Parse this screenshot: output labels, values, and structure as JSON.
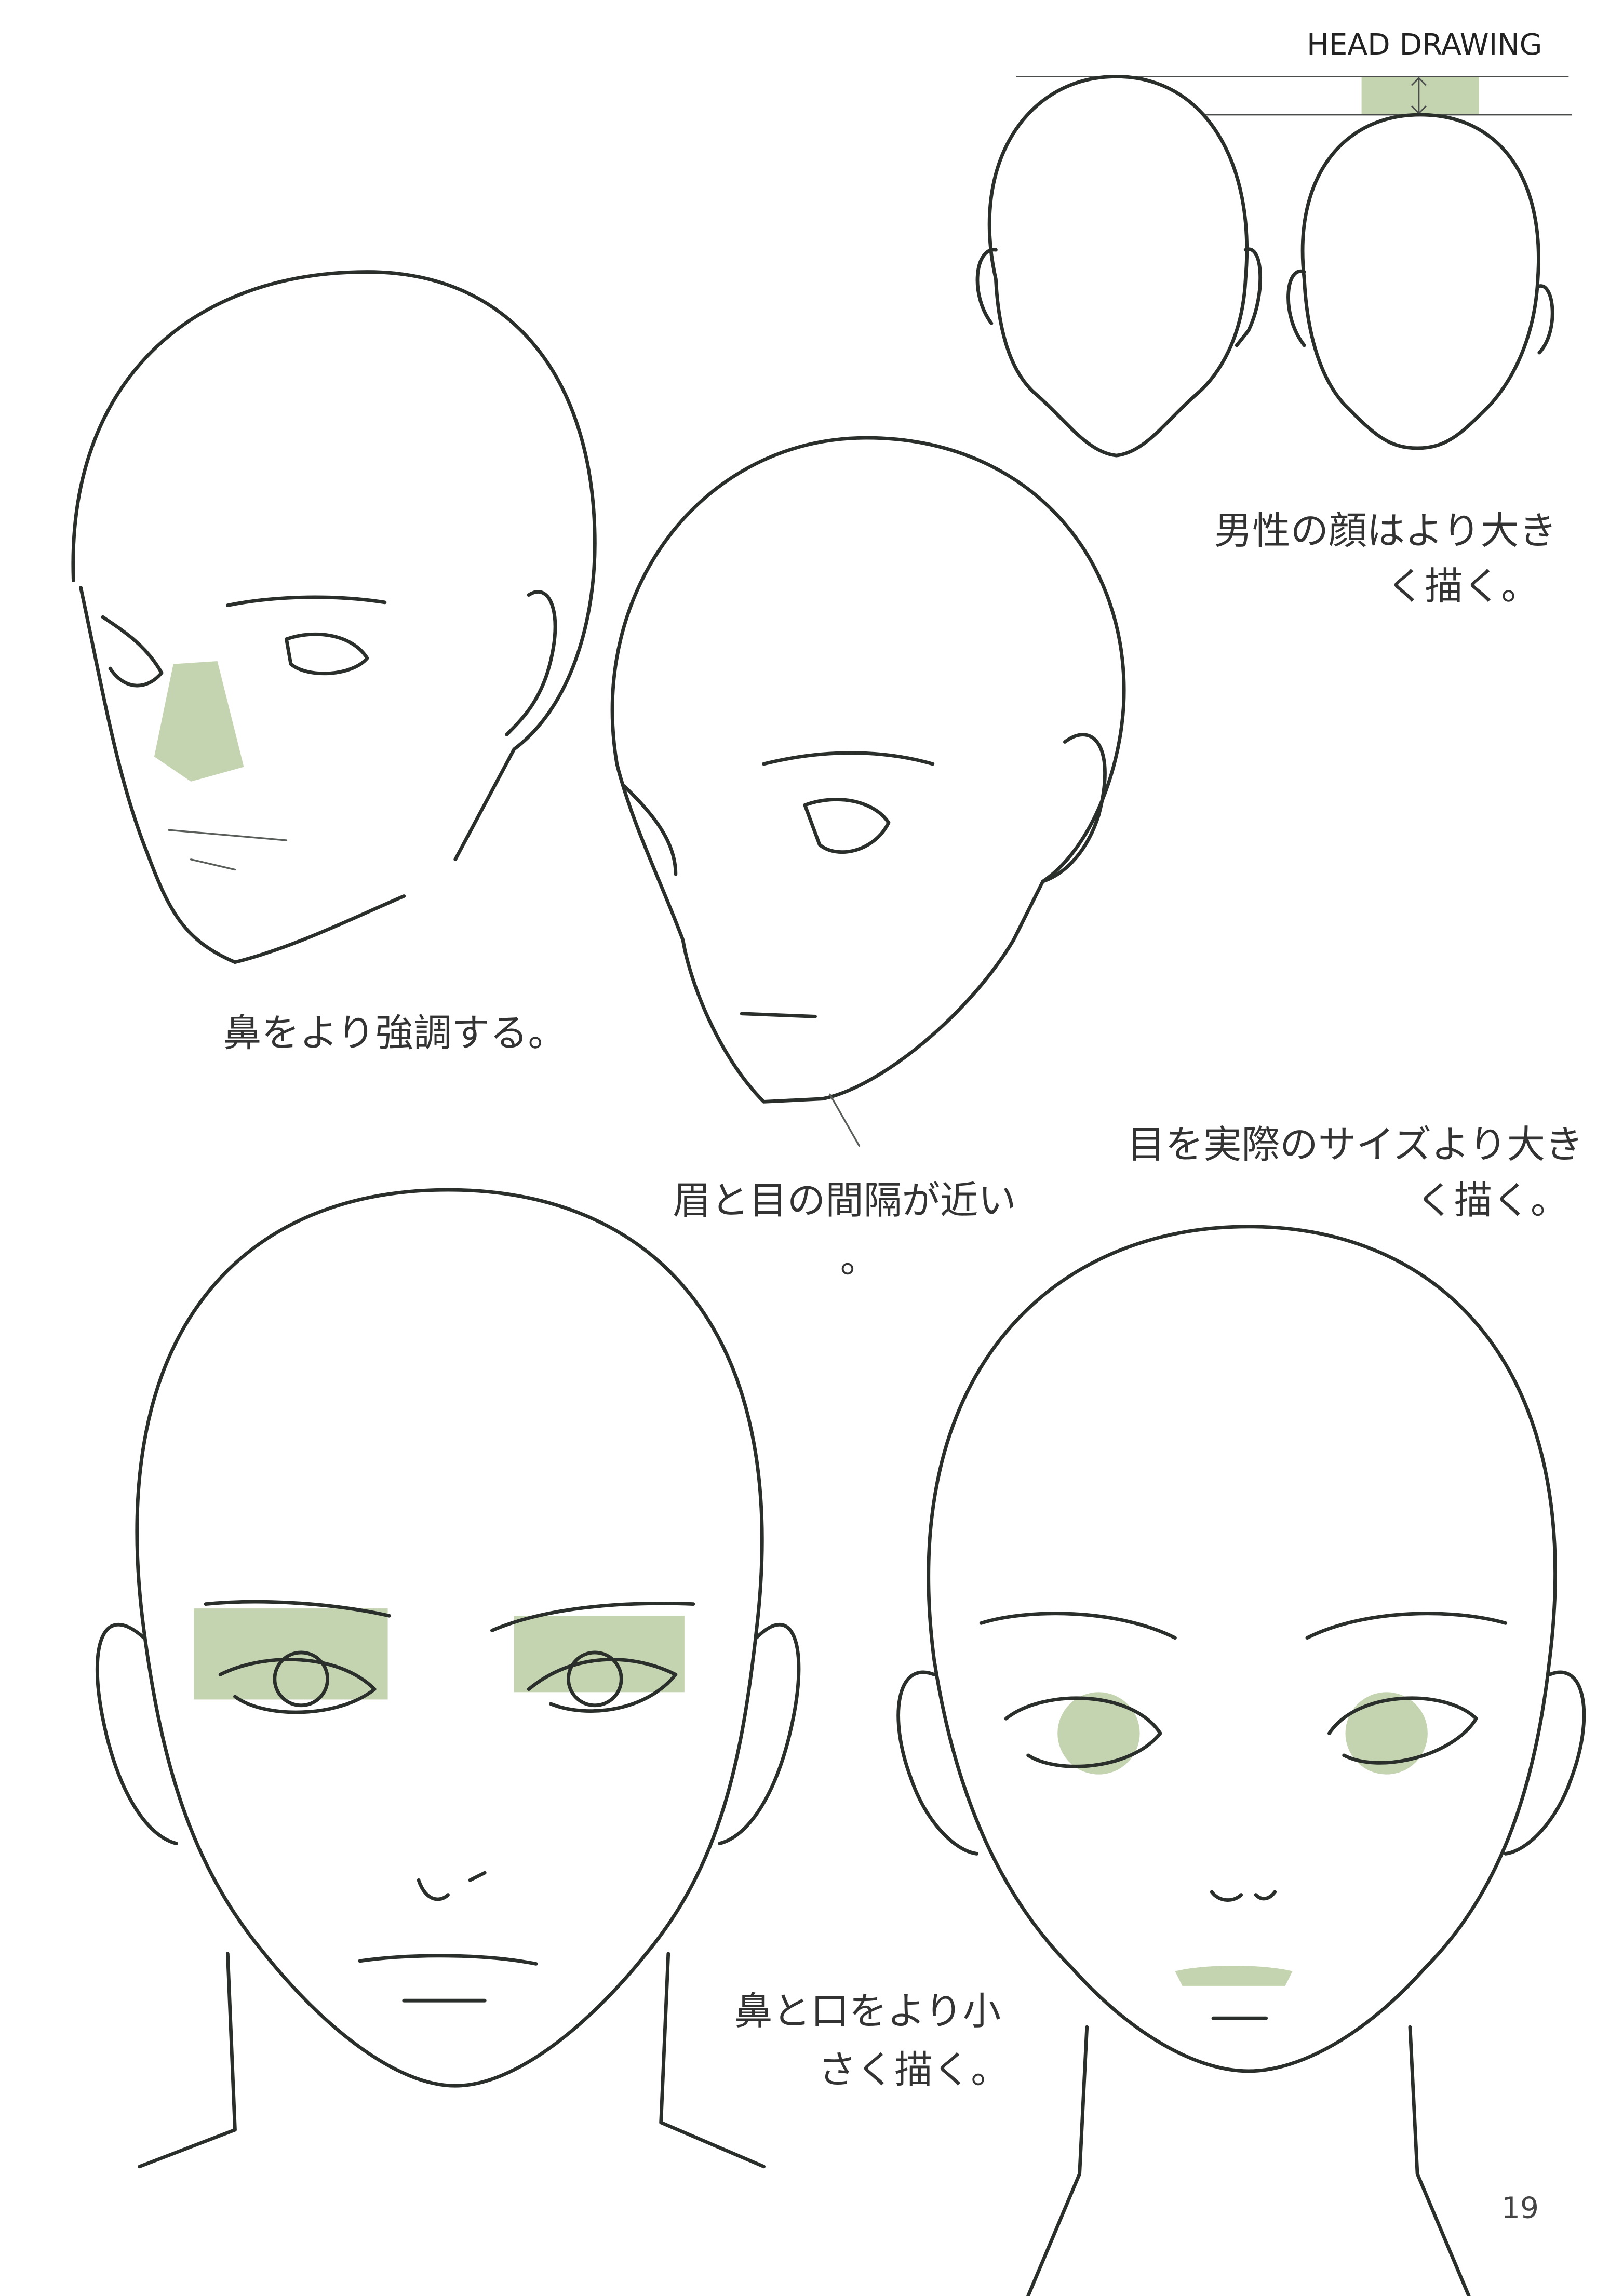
{
  "header": {
    "title": "HEAD DRAWING"
  },
  "captions": {
    "male_face_larger": [
      "男性の顔はより大き",
      "く描く。"
    ],
    "emphasize_nose": "鼻をより強調する。",
    "brow_eye_gap": [
      "眉と目の間隔が近い",
      "。"
    ],
    "eyes_larger": [
      "目を実際のサイズより大き",
      "く描く。"
    ],
    "nose_mouth_smaller": [
      "鼻と口をより小",
      "さく描く。"
    ]
  },
  "page_number": "19",
  "colors": {
    "highlight": "#c5d4b0",
    "line": "#2b2f2c"
  }
}
